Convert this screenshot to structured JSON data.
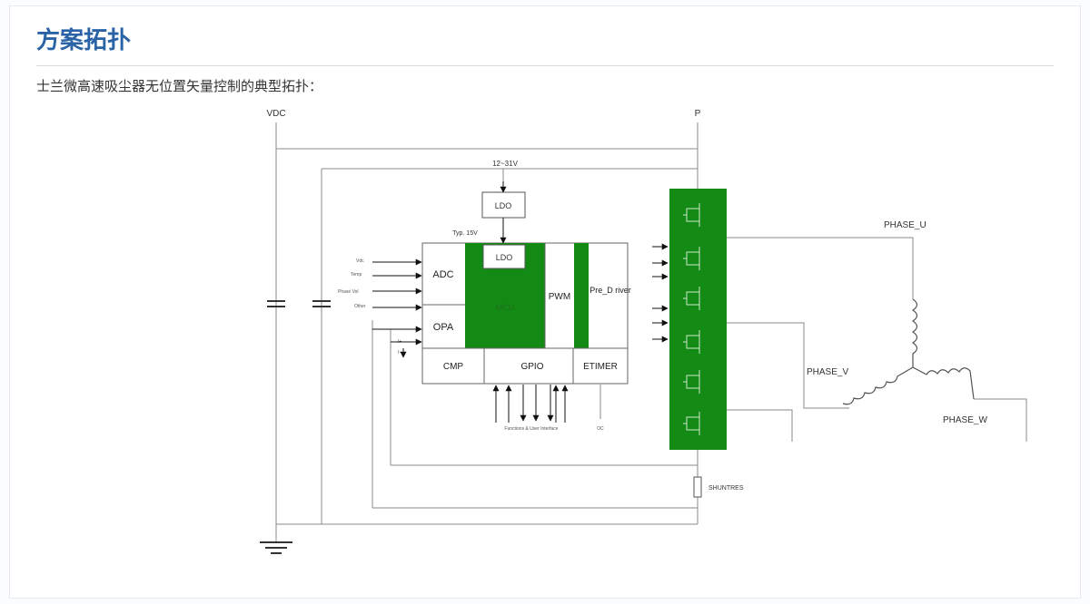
{
  "header": {
    "title": "方案拓扑",
    "subtitle": "士兰微高速吸尘器无位置矢量控制的典型拓扑："
  },
  "diagram": {
    "rails": {
      "vdc": "VDC",
      "p": "P"
    },
    "supply_note": "12~31V",
    "ldo_outer": "LDO",
    "typ_note": "Typ. 15V",
    "mcu_blocks": {
      "ldo_inner": "LDO",
      "adc": "ADC",
      "opa": "OPA",
      "mcu": "MCU",
      "pwm": "PWM",
      "pre_driver": "Pre_D river",
      "cmp": "CMP",
      "gpio": "GPIO",
      "etimer": "ETIMER"
    },
    "adc_inputs": [
      "Vdc",
      "Temp",
      "Phase Vol",
      "Other"
    ],
    "opa_inputs": [
      "I+",
      "I-"
    ],
    "gpio_note": "Functions & User Interface",
    "etimer_note": "OC",
    "shunt_label": "SHUNTRES",
    "phases": {
      "u": "PHASE_U",
      "v": "PHASE_V",
      "w": "PHASE_W"
    },
    "colors": {
      "block_green": "#138a13",
      "line": "#8a8a8a",
      "box_border": "#555555"
    }
  }
}
